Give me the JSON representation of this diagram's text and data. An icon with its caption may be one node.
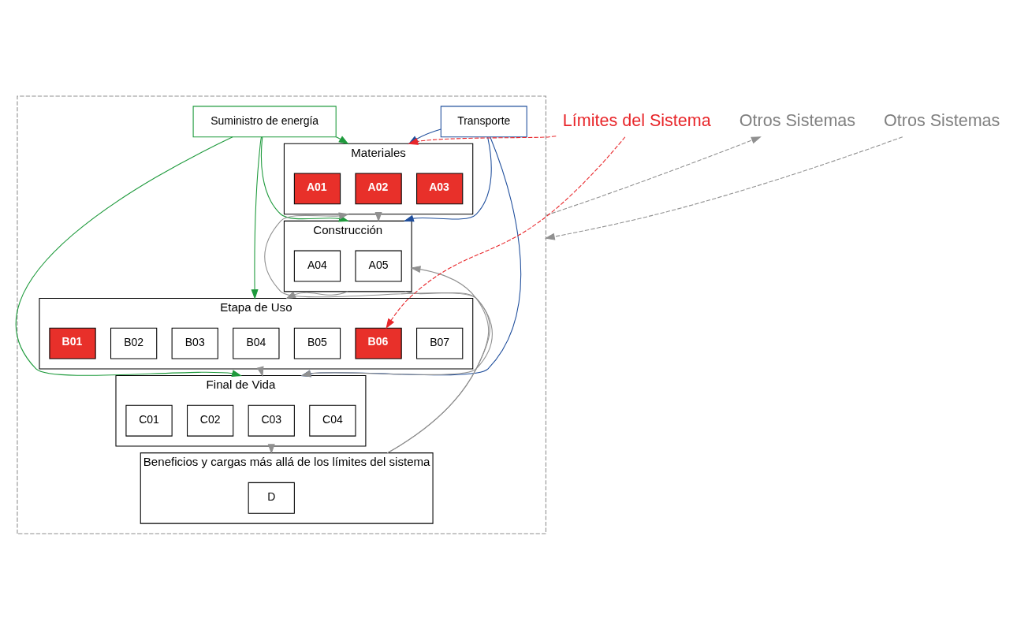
{
  "diagram": {
    "nodes": [
      {
        "text": [],
        "shape": "box"
      },
      {
        "text": [
          "Transporte"
        ],
        "in": 0
      },
      {
        "text": [
          "Suministro de energía"
        ],
        "in": 0
      },
      {
        "text": [
          "Materiales"
        ],
        "in": 0
      },
      {
        "text": [
          "A01"
        ],
        "in": 3
      },
      {
        "text": [
          "A02"
        ],
        "in": 3
      },
      {
        "text": [
          "A03"
        ],
        "in": 3
      },
      {
        "text": [
          "Construcción"
        ],
        "in": 0
      },
      {
        "text": [
          "A04"
        ],
        "in": 7
      },
      {
        "text": [
          "A05"
        ],
        "in": 7
      },
      {
        "text": [
          "Etapa de Uso"
        ],
        "in": 0
      },
      {
        "text": [
          "B01"
        ],
        "in": 10
      },
      {
        "text": [
          "B02"
        ],
        "in": 10
      },
      {
        "text": [
          "B03"
        ],
        "in": 10
      },
      {
        "text": [
          "B04"
        ],
        "in": 10
      },
      {
        "text": [
          "B05"
        ],
        "in": 10
      },
      {
        "text": [
          "B06"
        ],
        "in": 10
      },
      {
        "text": [
          "B07"
        ],
        "in": 10
      },
      {
        "text": [
          "Final de Vida"
        ],
        "in": 0
      },
      {
        "text": [
          "C01"
        ],
        "in": 18
      },
      {
        "text": [
          "C02"
        ],
        "in": 18
      },
      {
        "text": [
          "C03"
        ],
        "in": 18
      },
      {
        "text": [
          "C04"
        ],
        "in": 18
      },
      {
        "text": [
          "Beneficios y cargas más allá de los límites del sistema"
        ],
        "in": 0
      },
      {
        "text": [
          "D"
        ],
        "in": 23
      },
      {
        "text": [
          "Otros Sistemas"
        ]
      },
      {
        "text": [
          "Otros Sistemas"
        ]
      },
      {
        "text": [
          "Límites del Sistema"
        ]
      }
    ],
    "edges": [
      {
        "from": 1,
        "to": 3,
        "arrow": "to",
        "color": "#1f4e9c"
      },
      {
        "from": 1,
        "to": 7,
        "arrow": "to",
        "color": "#1f4e9c"
      },
      {
        "from": 1,
        "to": 18,
        "arrow": "to",
        "color": "#1f4e9c"
      },
      {
        "from": 2,
        "to": 3,
        "arrow": "to",
        "color": "#1e9a3c"
      },
      {
        "from": 2,
        "to": 7,
        "arrow": "to",
        "color": "#1e9a3c"
      },
      {
        "from": 2,
        "to": 10,
        "arrow": "to",
        "color": "#1e9a3c"
      },
      {
        "from": 2,
        "to": 18,
        "arrow": "to",
        "color": "#1e9a3c"
      },
      {
        "from": 3,
        "to": 7,
        "arrow": "to"
      },
      {
        "from": 7,
        "to": 10,
        "arrow": "to"
      },
      {
        "from": 10,
        "to": 18,
        "arrow": "to"
      },
      {
        "from": 18,
        "to": 23,
        "arrow": "to"
      },
      {
        "from": 23,
        "to": 3,
        "arrow": "to"
      },
      {
        "from": 23,
        "to": 7,
        "arrow": "to"
      },
      {
        "from": 7,
        "to": 18,
        "arrow": "to"
      },
      {
        "from": 27,
        "to": 3,
        "arrow": "to",
        "style": "dashed",
        "color": "#e8262a"
      },
      {
        "from": 27,
        "to": 16,
        "arrow": "to",
        "style": "dashed",
        "color": "#e8262a"
      },
      {
        "from": 25,
        "to": 0,
        "arrow": "to",
        "style": "dashed"
      },
      {
        "from": 0,
        "to": 26,
        "arrow": "to",
        "style": "dashed"
      }
    ]
  }
}
